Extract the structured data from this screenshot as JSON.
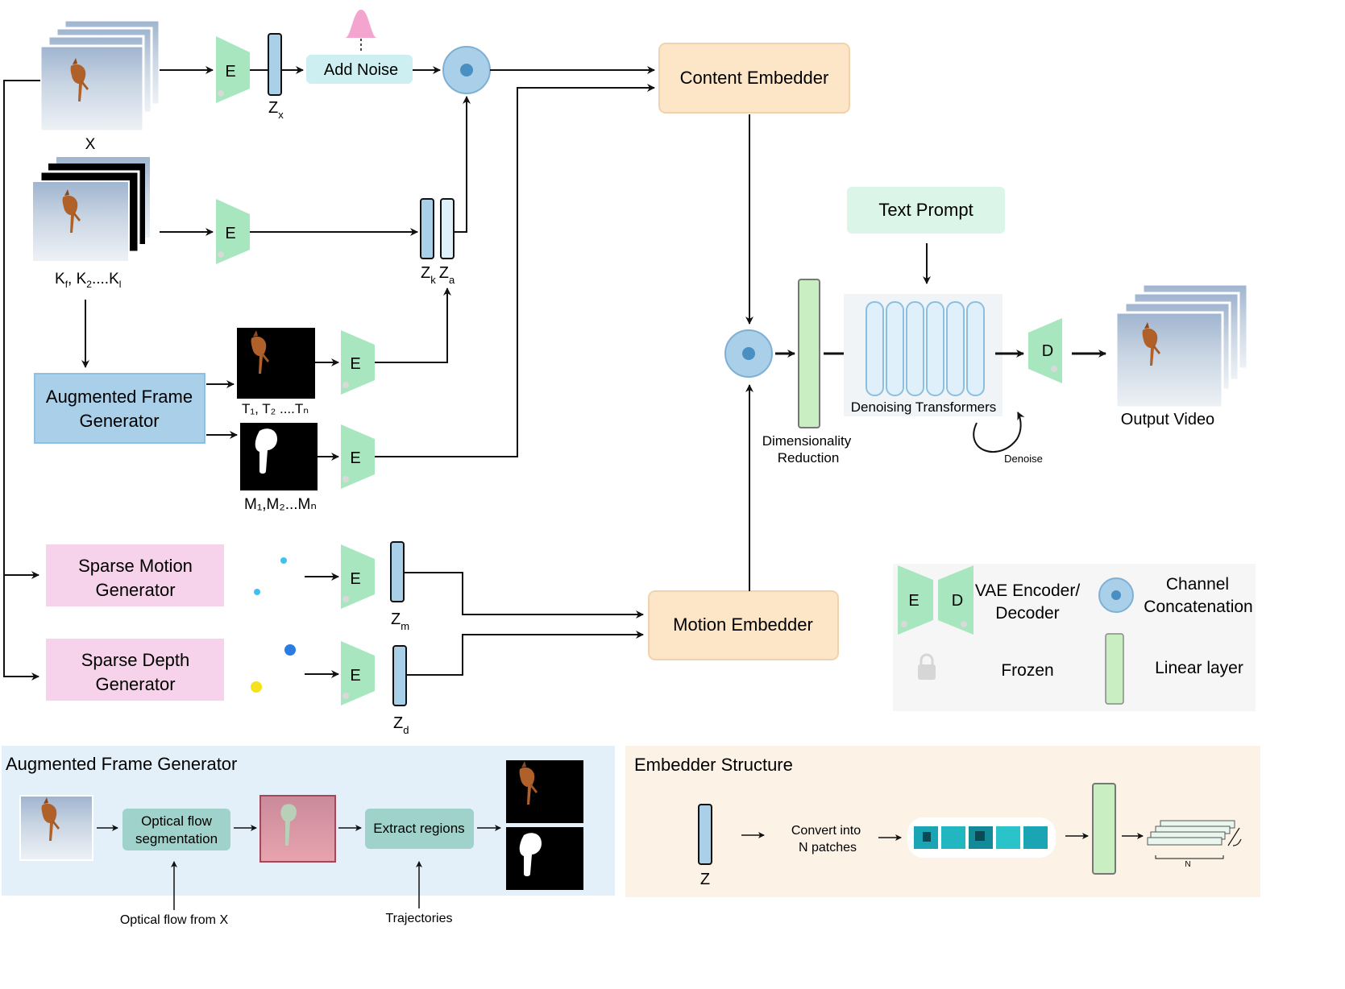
{
  "labels": {
    "x": "X",
    "k_frames": "K",
    "k_subs": [
      "f",
      "2",
      "l"
    ],
    "t_frames": "T₁, T₂ ....Tₙ",
    "m_frames": "M₁,M₂...Mₙ",
    "zx": "Z",
    "zx_sub": "x",
    "zk": "Z",
    "zk_sub": "k",
    "za": "Z",
    "za_sub": "a",
    "zm": "Z",
    "zm_sub": "m",
    "zd": "Z",
    "zd_sub": "d",
    "add_noise": "Add Noise",
    "content_embedder": "Content Embedder",
    "motion_embedder": "Motion Embedder",
    "text_prompt": "Text Prompt",
    "aug_frame_gen": [
      "Augmented Frame",
      "Generator"
    ],
    "sparse_motion": [
      "Sparse Motion",
      "Generator"
    ],
    "sparse_depth": [
      "Sparse Depth",
      "Generator"
    ],
    "dim_reduction": [
      "Dimensionality",
      "Reduction"
    ],
    "denoising_transformers": "Denoising Transformers",
    "denoise": "Denoise",
    "output_video": "Output Video",
    "encoder": "E",
    "decoder": "D"
  },
  "legend": {
    "vae": [
      "VAE Encoder/",
      "Decoder"
    ],
    "channel": [
      "Channel",
      "Concatenation"
    ],
    "frozen": "Frozen",
    "linear": "Linear layer"
  },
  "aug_panel": {
    "title": "Augmented Frame Generator",
    "optical_flow": [
      "Optical flow",
      "segmentation"
    ],
    "extract_regions": "Extract regions",
    "optical_from_x": "Optical flow from X",
    "trajectories": "Trajectories"
  },
  "emb_panel": {
    "title": "Embedder Structure",
    "z": "Z",
    "convert": [
      "Convert into",
      "N patches"
    ],
    "n": "N"
  },
  "colors": {
    "encoder": "#a8e6bf",
    "latent": "#a9cfe9",
    "latent_light": "#dff0fa",
    "add_noise": "#cdeff2",
    "concat": "#a9cfe9",
    "embedder": "#fde5c8",
    "text_prompt": "#dbf6e8",
    "aug_gen": "#a9cfe9",
    "sparse_gen": "#f6d3ea",
    "linear": "#c9eec2",
    "noise_bell": "#f4a5cf",
    "panel_blue": "#e3f0f9",
    "panel_tan": "#fcf3e6",
    "legend_bg": "#f6f6f6"
  }
}
